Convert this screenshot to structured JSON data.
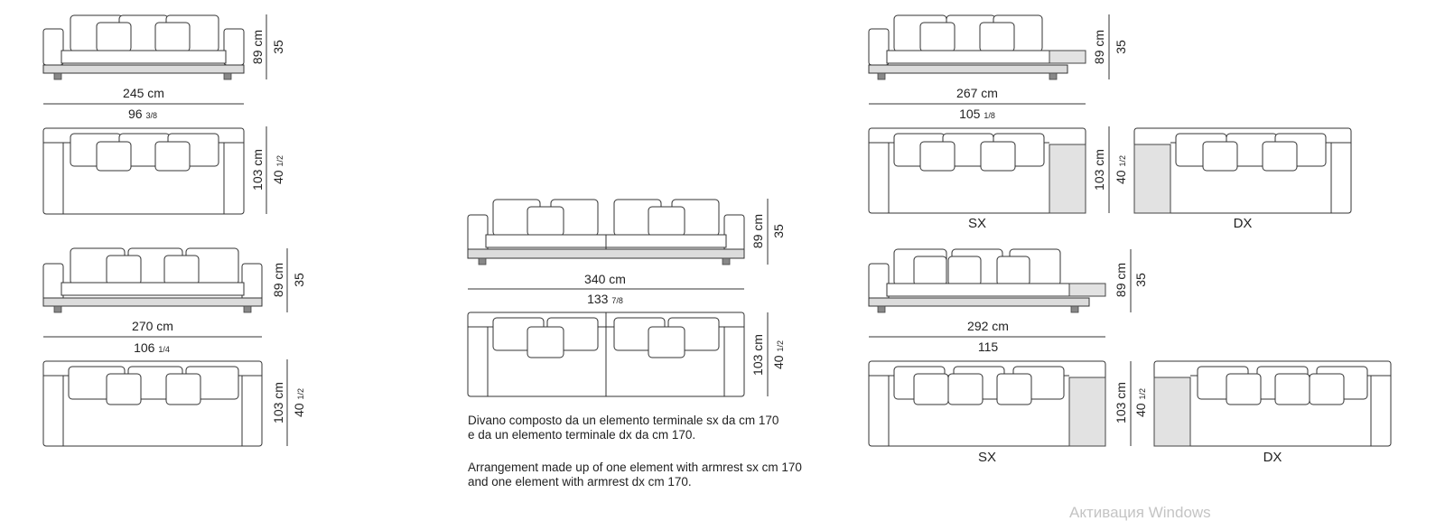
{
  "diagrams": {
    "d1": {
      "width_cm": "245 cm",
      "width_in": "96",
      "width_in_frac": "3/8",
      "height_cm": "89 cm",
      "height_in": "35",
      "depth_cm": "103 cm",
      "depth_in": "40",
      "depth_in_frac": "1/2"
    },
    "d2": {
      "width_cm": "270 cm",
      "width_in": "106",
      "width_in_frac": "1/4",
      "height_cm": "89 cm",
      "height_in": "35",
      "depth_cm": "103 cm",
      "depth_in": "40",
      "depth_in_frac": "1/2"
    },
    "d3": {
      "width_cm": "340 cm",
      "width_in": "133",
      "width_in_frac": "7/8",
      "height_cm": "89 cm",
      "height_in": "35",
      "depth_cm": "103 cm",
      "depth_in": "40",
      "depth_in_frac": "1/2"
    },
    "d4": {
      "width_cm": "267 cm",
      "width_in": "105",
      "width_in_frac": "1/8",
      "height_cm": "89 cm",
      "height_in": "35",
      "depth_cm": "103 cm",
      "depth_in": "40",
      "depth_in_frac": "1/2",
      "left_label": "SX",
      "right_label": "DX"
    },
    "d5": {
      "width_cm": "292 cm",
      "width_in": "115",
      "height_cm": "89 cm",
      "height_in": "35",
      "depth_cm": "103 cm",
      "depth_in": "40",
      "depth_in_frac": "1/2",
      "left_label": "SX",
      "right_label": "DX"
    }
  },
  "description": {
    "it_line1": "Divano composto da un elemento terminale sx da cm 170",
    "it_line2": "e da un elemento terminale dx da cm 170.",
    "en_line1": "Arrangement made up of one element with armrest sx cm 170",
    "en_line2": "and one element with armrest dx cm 170."
  },
  "watermark": "Активация Windows"
}
